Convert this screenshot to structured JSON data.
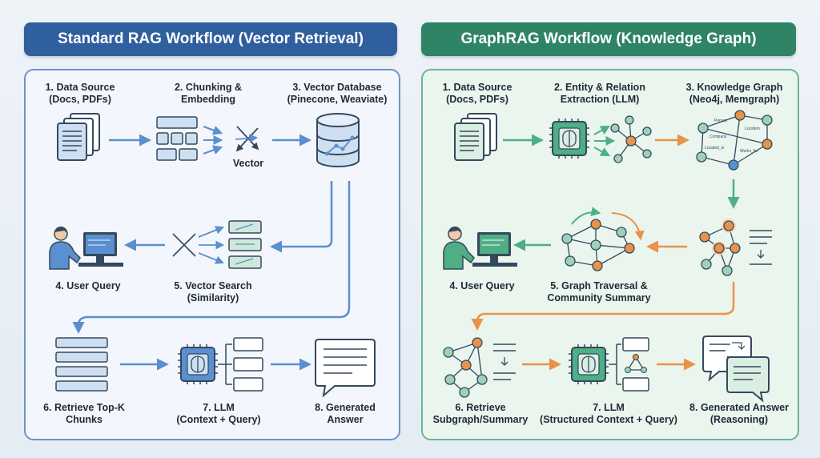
{
  "colors": {
    "left_accent": "#2f5f9f",
    "right_accent": "#2e8465",
    "orange": "#e8924a",
    "left_panel_bg": "#f3f6fc",
    "right_panel_bg": "#eaf5ee"
  },
  "left": {
    "title": "Standard RAG Workflow (Vector Retrieval)",
    "vector_label": "Vector",
    "steps": [
      {
        "line1": "1. Data Source",
        "line2": "(Docs, PDFs)",
        "icon": "documents-icon"
      },
      {
        "line1": "2. Chunking &",
        "line2": "Embedding",
        "icon": "chunks-icon"
      },
      {
        "line1": "3. Vector Database",
        "line2": "(Pinecone, Weaviate)",
        "icon": "database-icon"
      },
      {
        "line1": "4. User Query",
        "line2": "",
        "icon": "user-at-computer-icon"
      },
      {
        "line1": "5. Vector Search",
        "line2": "(Similarity)",
        "icon": "vector-search-icon"
      },
      {
        "line1": "6. Retrieve Top-K",
        "line2": "Chunks",
        "icon": "stacked-chunks-icon"
      },
      {
        "line1": "7. LLM",
        "line2": "(Context + Query)",
        "icon": "chip-brain-icon"
      },
      {
        "line1": "8. Generated",
        "line2": "Answer",
        "icon": "chat-bubble-icon"
      }
    ]
  },
  "right": {
    "title": "GraphRAG Workflow (Knowledge Graph)",
    "graph_node_labels": [
      "Person",
      "Company",
      "Location",
      "Located_in",
      "Works_for"
    ],
    "steps": [
      {
        "line1": "1. Data Source",
        "line2": "(Docs, PDFs)",
        "icon": "documents-icon"
      },
      {
        "line1": "2. Entity & Relation",
        "line2": "Extraction (LLM)",
        "icon": "chip-brain-icon"
      },
      {
        "line1": "3. Knowledge Graph",
        "line2": "(Neo4j, Memgraph)",
        "icon": "knowledge-graph-icon"
      },
      {
        "line1": "4. User Query",
        "line2": "",
        "icon": "user-at-computer-icon"
      },
      {
        "line1": "5. Graph Traversal &",
        "line2": "Community Summary",
        "icon": "graph-traversal-icon"
      },
      {
        "line1": "6. Retrieve",
        "line2": "Subgraph/Summary",
        "icon": "subgraph-icon"
      },
      {
        "line1": "7. LLM",
        "line2": "(Structured Context + Query)",
        "icon": "chip-brain-icon"
      },
      {
        "line1": "8. Generated Answer",
        "line2": "(Reasoning)",
        "icon": "chat-bubbles-icon"
      }
    ]
  }
}
